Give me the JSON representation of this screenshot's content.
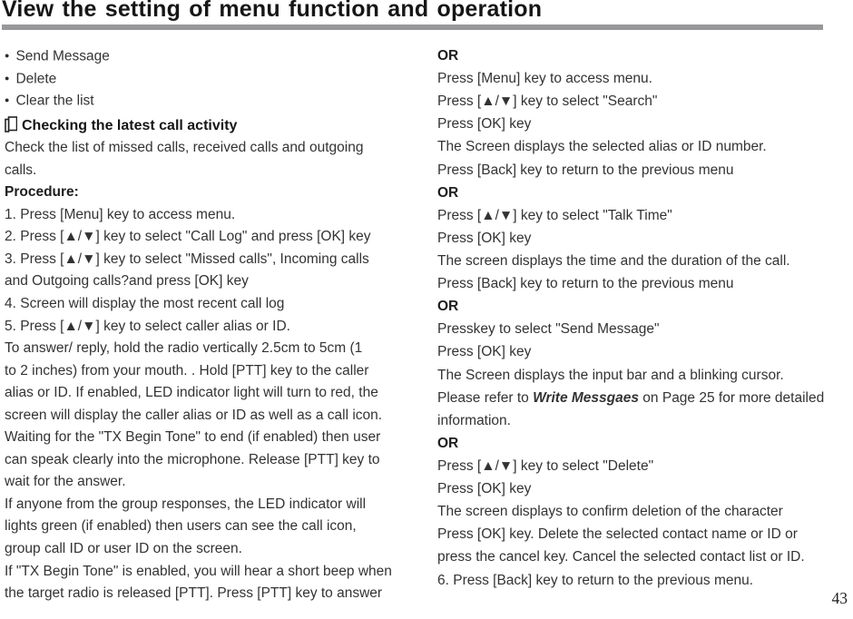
{
  "title": "View the setting of menu function and operation",
  "page_number": "43",
  "colors": {
    "rule": "#98989a",
    "text": "#333333",
    "title": "#161616"
  },
  "left_column": {
    "lines": [
      {
        "t": "Send Message",
        "s": "bullet"
      },
      {
        "t": "Delete",
        "s": "bullet"
      },
      {
        "t": "Clear the list",
        "s": "bullet"
      },
      {
        "t": "Checking the latest call activity",
        "s": "heading"
      },
      {
        "t": "Check the list of missed calls, received calls and outgoing",
        "s": "normal"
      },
      {
        "t": "calls.",
        "s": "normal"
      },
      {
        "t": "Procedure:",
        "s": "bold"
      },
      {
        "t": "1. Press [Menu] key to access menu.",
        "s": "normal"
      },
      {
        "t": "2. Press [▲/▼] key to select \"Call Log\" and press [OK] key",
        "s": "normal"
      },
      {
        "t": "3. Press [▲/▼] key to select \"Missed calls\", Incoming calls",
        "s": "normal"
      },
      {
        "t": "and Outgoing calls?and press [OK] key",
        "s": "normal"
      },
      {
        "t": "4. Screen will display the most recent call log",
        "s": "normal"
      },
      {
        "t": "5. Press [▲/▼] key to select caller alias or ID.",
        "s": "normal"
      },
      {
        "t": "To answer/ reply, hold the radio vertically 2.5cm to 5cm (1",
        "s": "normal"
      },
      {
        "t": "to 2 inches) from your mouth. . Hold [PTT] key to the caller",
        "s": "normal"
      },
      {
        "t": "alias or ID. If enabled, LED indicator light will turn to red, the",
        "s": "normal"
      },
      {
        "t": "screen will display the caller alias or ID as well as a call icon.",
        "s": "normal"
      },
      {
        "t": "Waiting for the \"TX Begin Tone\" to end (if enabled) then user",
        "s": "normal"
      },
      {
        "t": "can speak clearly into the microphone. Release [PTT] key to",
        "s": "normal"
      },
      {
        "t": "wait for the answer.",
        "s": "normal"
      },
      {
        "t": "If anyone from the group responses, the LED indicator will",
        "s": "normal"
      },
      {
        "t": "lights green (if enabled) then users can see the call icon,",
        "s": "normal"
      },
      {
        "t": "group call ID or user ID on the screen.",
        "s": "normal"
      },
      {
        "t": "If \"TX Begin Tone\" is enabled, you will hear a short beep when",
        "s": "normal"
      },
      {
        "t": "the target radio is released [PTT]. Press [PTT] key to answer",
        "s": "normal"
      }
    ]
  },
  "right_column": {
    "lines": [
      {
        "t": "OR",
        "s": "bold"
      },
      {
        "t": "Press [Menu] key to access menu.",
        "s": "normal"
      },
      {
        "t": "Press [▲/▼] key to select \"Search\"",
        "s": "normal"
      },
      {
        "t": "Press [OK] key",
        "s": "normal"
      },
      {
        "t": "The Screen displays the selected alias or ID number.",
        "s": "normal"
      },
      {
        "t": "Press [Back] key to return to the previous menu",
        "s": "normal"
      },
      {
        "t": "OR",
        "s": "bold"
      },
      {
        "t": "Press [▲/▼] key to select \"Talk Time\"",
        "s": "normal"
      },
      {
        "t": "Press [OK] key",
        "s": "normal"
      },
      {
        "t": "The screen displays the time and the duration of the call.",
        "s": "normal"
      },
      {
        "t": "Press [Back] key to return to the previous menu",
        "s": "normal"
      },
      {
        "t": "OR",
        "s": "bold"
      },
      {
        "t": "Presskey to select \"Send Message\"",
        "s": "normal"
      },
      {
        "t": "Press [OK] key",
        "s": "normal"
      },
      {
        "t": "The Screen displays the input bar and a blinking cursor.",
        "s": "normal"
      },
      {
        "t": "Please refer to ",
        "s": "composite",
        "em": "Write Messgaes",
        "suffix": " on Page 25 for more detailed"
      },
      {
        "t": "information.",
        "s": "normal"
      },
      {
        "t": "OR",
        "s": "bold"
      },
      {
        "t": "Press [▲/▼] key to select \"Delete\"",
        "s": "normal"
      },
      {
        "t": "Press [OK] key",
        "s": "normal"
      },
      {
        "t": "The screen displays to confirm deletion of the character",
        "s": "normal"
      },
      {
        "t": "Press [OK] key. Delete the selected contact name or ID or",
        "s": "normal"
      },
      {
        "t": "press the cancel key. Cancel the selected contact list or ID.",
        "s": "normal"
      },
      {
        "t": "6. Press [Back] key to return to the previous menu.",
        "s": "normal"
      }
    ]
  }
}
